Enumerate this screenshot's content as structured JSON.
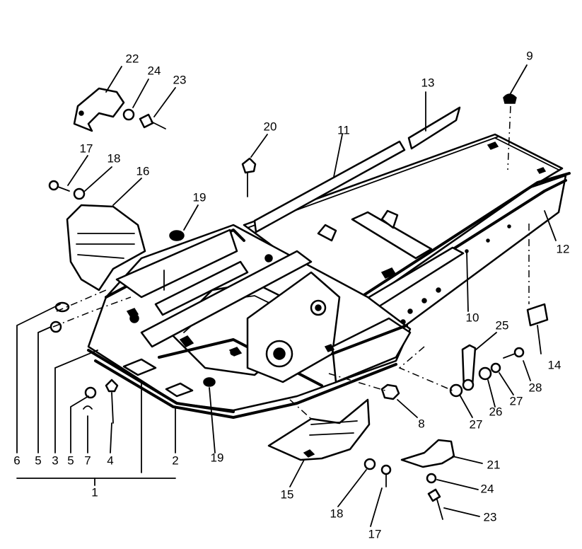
{
  "callouts": [
    {
      "id": "c1",
      "text": "1"
    },
    {
      "id": "c2",
      "text": "2"
    },
    {
      "id": "c3",
      "text": "3"
    },
    {
      "id": "c4",
      "text": "4"
    },
    {
      "id": "c5a",
      "text": "5"
    },
    {
      "id": "c5b",
      "text": "5"
    },
    {
      "id": "c6",
      "text": "6"
    },
    {
      "id": "c7",
      "text": "7"
    },
    {
      "id": "c8",
      "text": "8"
    },
    {
      "id": "c9",
      "text": "9"
    },
    {
      "id": "c10",
      "text": "10"
    },
    {
      "id": "c11",
      "text": "11"
    },
    {
      "id": "c12",
      "text": "12"
    },
    {
      "id": "c13",
      "text": "13"
    },
    {
      "id": "c14",
      "text": "14"
    },
    {
      "id": "c15",
      "text": "15"
    },
    {
      "id": "c16",
      "text": "16"
    },
    {
      "id": "c17a",
      "text": "17"
    },
    {
      "id": "c17b",
      "text": "17"
    },
    {
      "id": "c18a",
      "text": "18"
    },
    {
      "id": "c18b",
      "text": "18"
    },
    {
      "id": "c19a",
      "text": "19"
    },
    {
      "id": "c19b",
      "text": "19"
    },
    {
      "id": "c20",
      "text": "20"
    },
    {
      "id": "c21",
      "text": "21"
    },
    {
      "id": "c22",
      "text": "22"
    },
    {
      "id": "c23a",
      "text": "23"
    },
    {
      "id": "c23b",
      "text": "23"
    },
    {
      "id": "c24a",
      "text": "24"
    },
    {
      "id": "c24b",
      "text": "24"
    },
    {
      "id": "c25",
      "text": "25"
    },
    {
      "id": "c26",
      "text": "26"
    },
    {
      "id": "c27a",
      "text": "27"
    },
    {
      "id": "c27b",
      "text": "27"
    },
    {
      "id": "c28",
      "text": "28"
    }
  ]
}
